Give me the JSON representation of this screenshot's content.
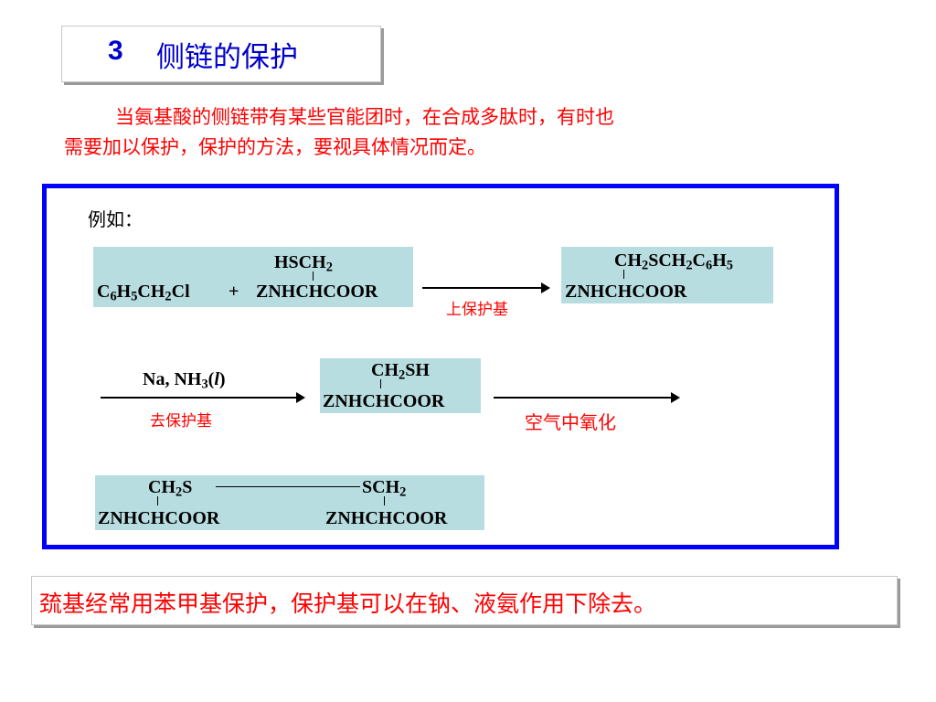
{
  "title": {
    "number": "3",
    "text": "侧链的保护"
  },
  "intro": {
    "line1": "当氨基酸的侧链带有某些官能团时，在合成多肽时，有时也",
    "line2": "需要加以保护，保护的方法，要视具体情况而定。"
  },
  "example_label": "例如：",
  "reaction1": {
    "reagent_a": "C6H5CH2Cl",
    "plus": "+",
    "reactant_top": "HSCH2",
    "reactant_bottom": "ZNHCHCOOR",
    "condition": "上保护基",
    "product_top": "CH2SCH2C6H5",
    "product_bottom": "ZNHCHCOOR"
  },
  "reaction2": {
    "reagent": "Na, NH3(l)",
    "condition": "去保护基",
    "product_top": "CH2SH",
    "product_bottom": "ZNHCHCOOR",
    "condition2": "空气中氧化"
  },
  "dimer": {
    "left_top": "CH2S",
    "left_bottom": "ZNHCHCOOR",
    "right_top": "SCH2",
    "right_bottom": "ZNHCHCOOR"
  },
  "note": "巯基经常用苯甲基保护，保护基可以在钠、液氨作用下除去。",
  "colors": {
    "title": "#0000cc",
    "text_red": "#ff0000",
    "frame": "#0000ff",
    "mol_bg": "#b8dde0"
  }
}
